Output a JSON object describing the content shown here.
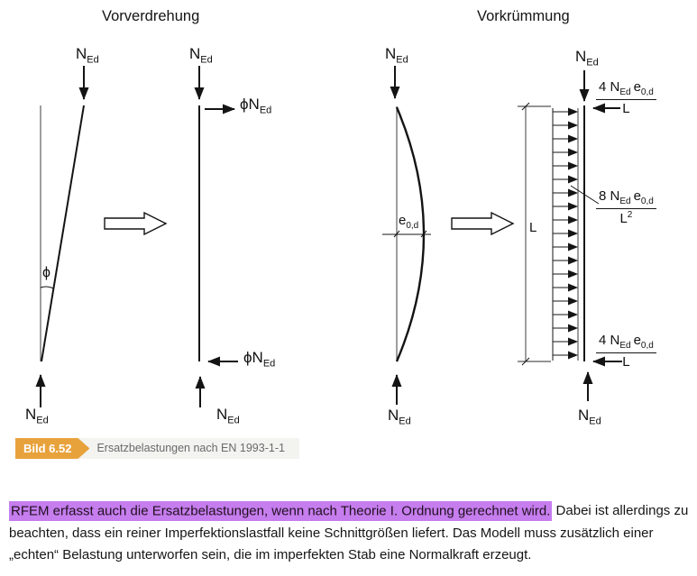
{
  "titles": {
    "left": "Vorverdrehung",
    "right": "Vorkrümmung"
  },
  "symbols": {
    "N": "N",
    "Ed": "Ed",
    "phi": "ϕ",
    "phiN": "ϕN",
    "e": "e",
    "e_sub": "0,d",
    "L": "L"
  },
  "formulas": {
    "top": {
      "num_pre": "4 N",
      "num_sub1": "Ed",
      "num_mid": "e",
      "num_sub2": "0,d",
      "den": "L"
    },
    "mid": {
      "num_pre": "8 N",
      "num_sub1": "Ed",
      "num_mid": "e",
      "num_sub2": "0,d",
      "den": "L",
      "den_sup": "2"
    },
    "bottom": {
      "num_pre": "4 N",
      "num_sub1": "Ed",
      "num_mid": "e",
      "num_sub2": "0,d",
      "den": "L"
    }
  },
  "caption": {
    "badge": "Bild 6.52",
    "text": "Ersatzbelastungen nach EN 1993-1-1"
  },
  "paragraph": {
    "highlighted": "RFEM erfasst auch die Ersatzbelastungen, wenn nach Theorie I. Ordnung gerechnet wird.",
    "rest": " Dabei ist allerdings zu beachten, dass ein reiner Imperfektionslastfall keine Schnittgrößen liefert. Das Modell muss zusätzlich einer „echten“ Belastung unterworfen sein, die im imperfekten Stab eine Normalkraft erzeugt."
  },
  "colors": {
    "badge": "#E8A23C",
    "caption_bg": "#F3F3F0",
    "caption_text": "#6A6A6A",
    "highlight": "#C67DEE",
    "line": "#141414"
  }
}
